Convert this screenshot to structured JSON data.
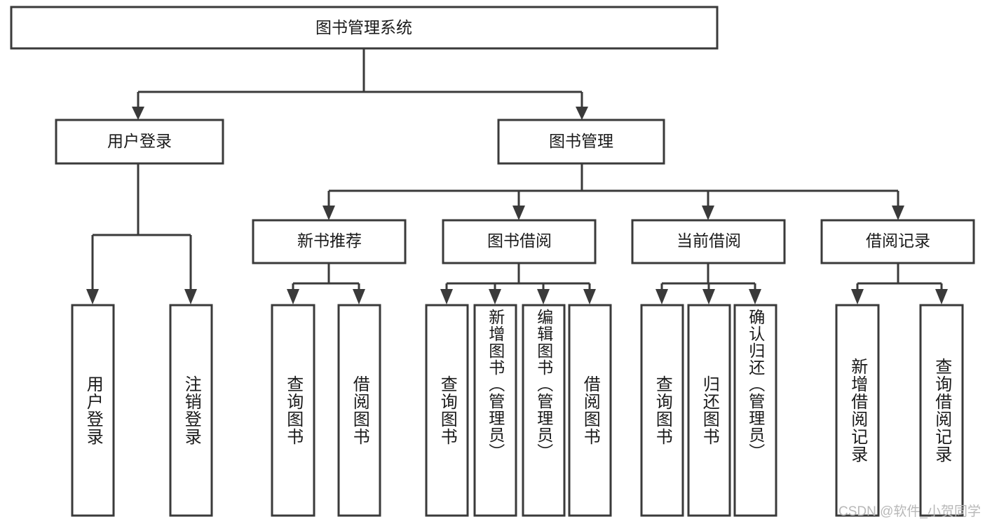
{
  "diagram": {
    "title_node": {
      "label": "图书管理系统"
    },
    "level2": [
      {
        "id": "user-login",
        "label": "用户登录"
      },
      {
        "id": "book-management",
        "label": "图书管理"
      }
    ],
    "level3": [
      {
        "id": "new-book-recommend",
        "label": "新书推荐"
      },
      {
        "id": "book-borrow",
        "label": "图书借阅"
      },
      {
        "id": "current-borrow",
        "label": "当前借阅"
      },
      {
        "id": "borrow-record",
        "label": "借阅记录"
      }
    ],
    "leaves": {
      "user_login": [
        {
          "id": "leaf-user-login",
          "label": "用户登录"
        },
        {
          "id": "leaf-logout-login",
          "label": "注销登录"
        }
      ],
      "new_book_recommend": [
        {
          "id": "leaf-query-book-1",
          "label": "查询图书"
        },
        {
          "id": "leaf-borrow-book-1",
          "label": "借阅图书"
        }
      ],
      "book_borrow": [
        {
          "id": "leaf-query-book-2",
          "label": "查询图书"
        },
        {
          "id": "leaf-add-book",
          "label": "新增图书（管理员）"
        },
        {
          "id": "leaf-edit-book",
          "label": "编辑图书（管理员）"
        },
        {
          "id": "leaf-borrow-book-2",
          "label": "借阅图书"
        }
      ],
      "current_borrow": [
        {
          "id": "leaf-query-book-3",
          "label": "查询图书"
        },
        {
          "id": "leaf-return-book",
          "label": "归还图书"
        },
        {
          "id": "leaf-confirm-return",
          "label": "确认归还（管理员）"
        }
      ],
      "borrow_record": [
        {
          "id": "leaf-add-record",
          "label": "新增借阅记录"
        },
        {
          "id": "leaf-query-record",
          "label": "查询借阅记录"
        }
      ]
    }
  },
  "watermark": {
    "text": "CSDN @软件_小贺同学"
  },
  "colors": {
    "stroke": "#3a3a3a",
    "fill": "#ffffff",
    "text": "#1a1a1a",
    "watermark": "#b8b8b8"
  }
}
